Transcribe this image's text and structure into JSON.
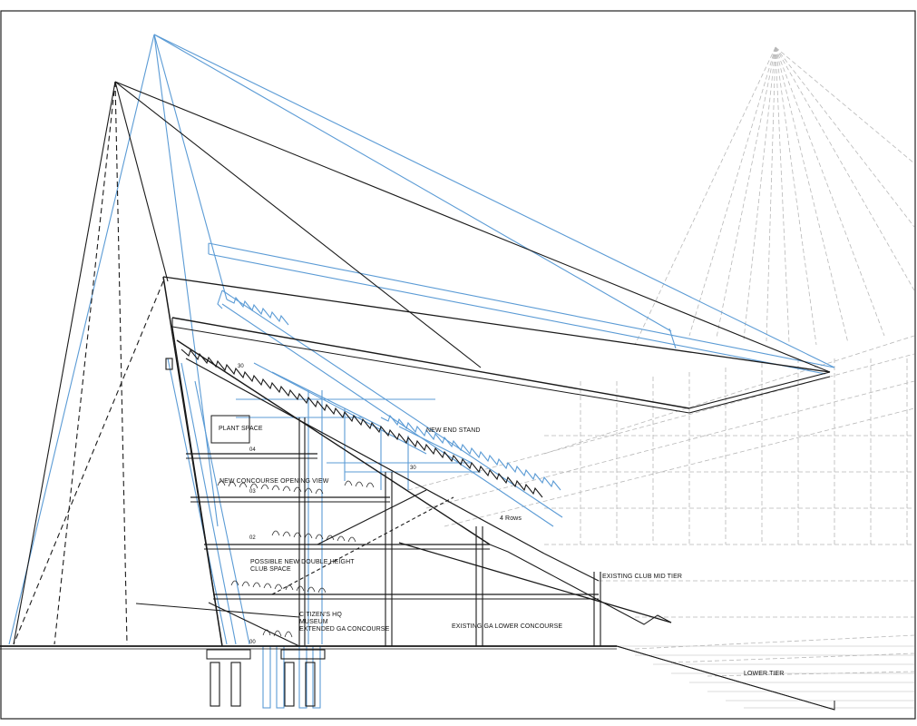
{
  "labels": {
    "plant_space": "PLANT SPACE",
    "new_end_stand": "NEW END STAND",
    "new_concourse": "NEW CONCOURSE OPENING VIEW",
    "possible_double": "POSSIBLE NEW DOUBLE HEIGHT",
    "club_space": "CLUB SPACE",
    "hq": "CITIZEN'S HQ",
    "museum": "MUSEUM",
    "extended_ga": "EXTENDED GA CONCOURSE",
    "existing_club": "EXISTING CLUB MID TIER",
    "existing_ga": "EXISTING GA LOWER CONCOURSE",
    "lower_tier": "LOWER TIER",
    "rows": "4 Rows"
  },
  "level_numbers": {
    "n30": "30",
    "n04": "04",
    "n03": "03",
    "n02": "02",
    "n00": "00",
    "n30b": "30"
  },
  "colors": {
    "ink": "#1a1a1a",
    "blue": "#5b9bd5",
    "ghost": "#b8b8b8"
  }
}
